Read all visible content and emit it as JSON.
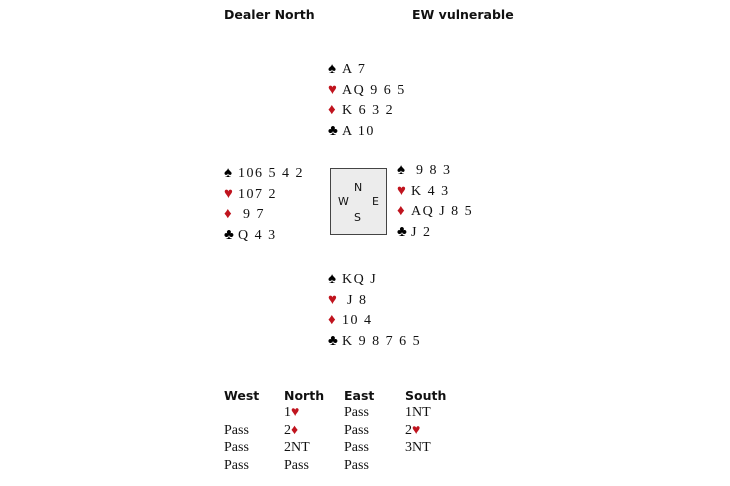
{
  "header": {
    "dealer": "Dealer North",
    "vulnerability": "EW vulnerable"
  },
  "colors": {
    "red_suit": "#c0141e",
    "black_suit": "#000000",
    "compass_bg": "#ececec"
  },
  "hands": {
    "north": [
      {
        "suit": "♠",
        "color": "black",
        "cards": "A 7"
      },
      {
        "suit": "♥",
        "color": "red",
        "cards": "AQ 9 6 5"
      },
      {
        "suit": "♦",
        "color": "red",
        "cards": "K 6 3 2"
      },
      {
        "suit": "♣",
        "color": "black",
        "cards": "A 10"
      }
    ],
    "west": [
      {
        "suit": "♠",
        "color": "black",
        "cards": "106 5 4 2"
      },
      {
        "suit": "♥",
        "color": "red",
        "cards": "107 2"
      },
      {
        "suit": "♦",
        "color": "red",
        "cards": " 9 7"
      },
      {
        "suit": "♣",
        "color": "black",
        "cards": "Q 4 3"
      }
    ],
    "east": [
      {
        "suit": "♠",
        "color": "black",
        "cards": " 9 8 3"
      },
      {
        "suit": "♥",
        "color": "red",
        "cards": "K 4 3"
      },
      {
        "suit": "♦",
        "color": "red",
        "cards": "AQ J 8 5"
      },
      {
        "suit": "♣",
        "color": "black",
        "cards": "J 2"
      }
    ],
    "south": [
      {
        "suit": "♠",
        "color": "black",
        "cards": "KQ J"
      },
      {
        "suit": "♥",
        "color": "red",
        "cards": " J 8"
      },
      {
        "suit": "♦",
        "color": "red",
        "cards": "10 4"
      },
      {
        "suit": "♣",
        "color": "black",
        "cards": "K 9 8 7 6 5"
      }
    ]
  },
  "compass": {
    "n": "N",
    "w": "W",
    "e": "E",
    "s": "S"
  },
  "auction": {
    "columns": [
      {
        "name": "West",
        "bids": [
          {
            "text": "",
            "suit": ""
          },
          {
            "text": "Pass",
            "suit": ""
          },
          {
            "text": "Pass",
            "suit": ""
          },
          {
            "text": "Pass",
            "suit": ""
          }
        ]
      },
      {
        "name": "North",
        "bids": [
          {
            "text": "1",
            "suit": "♥"
          },
          {
            "text": "2",
            "suit": "♦"
          },
          {
            "text": "2NT",
            "suit": ""
          },
          {
            "text": "Pass",
            "suit": ""
          }
        ]
      },
      {
        "name": "East",
        "bids": [
          {
            "text": "Pass",
            "suit": ""
          },
          {
            "text": "Pass",
            "suit": ""
          },
          {
            "text": "Pass",
            "suit": ""
          },
          {
            "text": "Pass",
            "suit": ""
          }
        ]
      },
      {
        "name": "South",
        "bids": [
          {
            "text": "1NT",
            "suit": ""
          },
          {
            "text": "2",
            "suit": "♥"
          },
          {
            "text": "3NT",
            "suit": ""
          }
        ]
      }
    ]
  }
}
